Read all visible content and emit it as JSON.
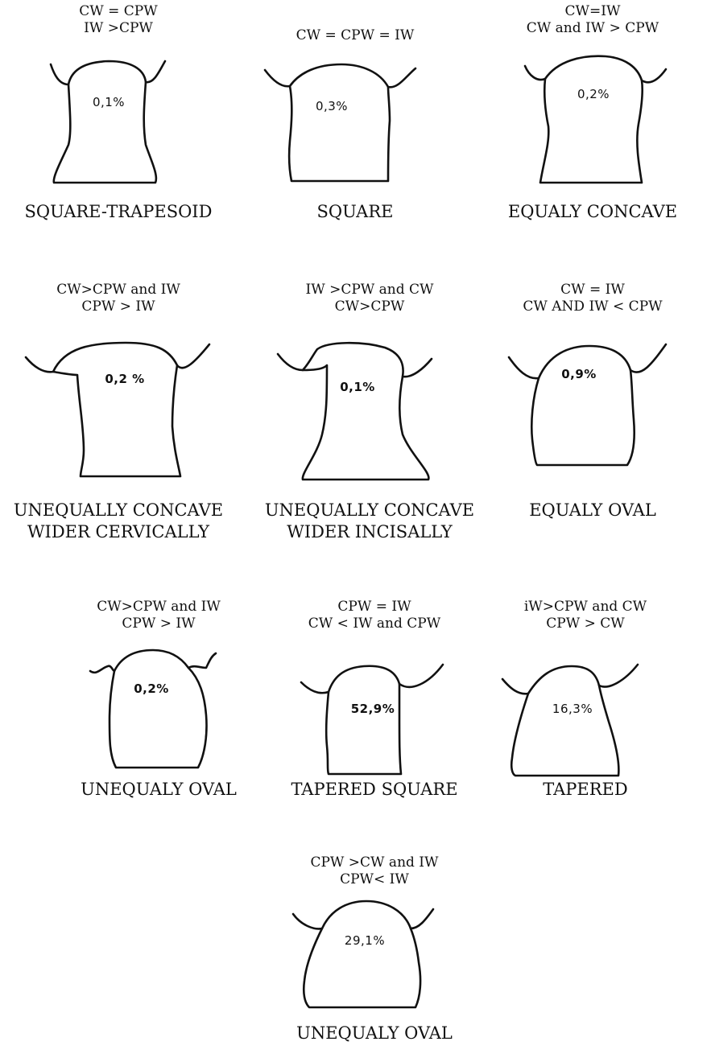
{
  "shapes": [
    {
      "conditions": [
        "CW = CPW",
        "IW >CPW"
      ],
      "percent": "0,1%",
      "name_lines": [
        "SQUARE-TRAPESOID"
      ]
    },
    {
      "conditions": [
        "CW = CPW = IW"
      ],
      "percent": "0,3%",
      "name_lines": [
        "SQUARE"
      ]
    },
    {
      "conditions": [
        "CW=IW",
        "CW and IW > CPW"
      ],
      "percent": "0,2%",
      "name_lines": [
        "EQUALY CONCAVE"
      ]
    },
    {
      "conditions": [
        "CW>CPW and IW",
        "CPW > IW"
      ],
      "percent": "0,2 %",
      "name_lines": [
        "UNEQUALLY CONCAVE",
        "WIDER CERVICALLY"
      ]
    },
    {
      "conditions": [
        "IW >CPW and CW",
        "CW>CPW"
      ],
      "percent": "0,1%",
      "name_lines": [
        "UNEQUALLY CONCAVE",
        "WIDER INCISALLY"
      ]
    },
    {
      "conditions": [
        "CW = IW",
        "CW AND IW < CPW"
      ],
      "percent": "0,9%",
      "name_lines": [
        "EQUALY OVAL"
      ]
    },
    {
      "conditions": [
        "CW>CPW and IW",
        "CPW > IW"
      ],
      "percent": "0,2%",
      "name_lines": [
        "UNEQUALY OVAL"
      ]
    },
    {
      "conditions": [
        "CPW = IW",
        "CW < IW and CPW"
      ],
      "percent": "52,9%",
      "name_lines": [
        "TAPERED SQUARE"
      ]
    },
    {
      "conditions": [
        "iW>CPW and CW",
        "CPW > CW"
      ],
      "percent": "16,3%",
      "name_lines": [
        "TAPERED"
      ]
    },
    {
      "conditions": [
        "CPW >CW and IW",
        "CPW< IW"
      ],
      "percent": "29,1%",
      "name_lines": [
        "UNEQUALY OVAL"
      ]
    }
  ]
}
